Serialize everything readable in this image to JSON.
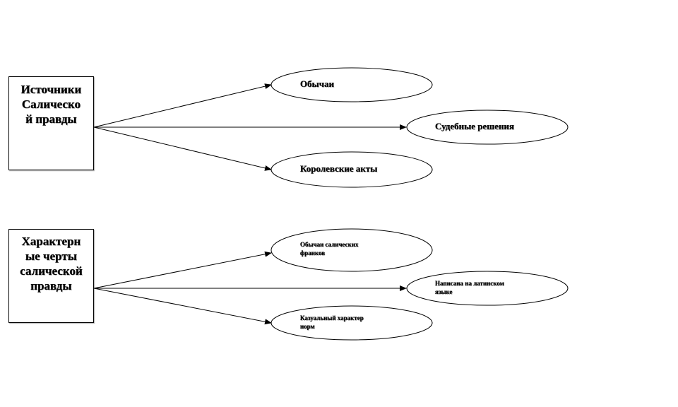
{
  "groups": [
    {
      "title": "Источники\nСалическо\nй правды",
      "nodes": [
        "Обычаи",
        "Судебные решения",
        "Королевские акты"
      ]
    },
    {
      "title": "Характерн\nые черты\nсалической\nправды",
      "nodes": [
        "Обычаи  салических\nфранков",
        "Написана на латинском\nязыке",
        "Казуальный характер\nнорм"
      ]
    }
  ]
}
